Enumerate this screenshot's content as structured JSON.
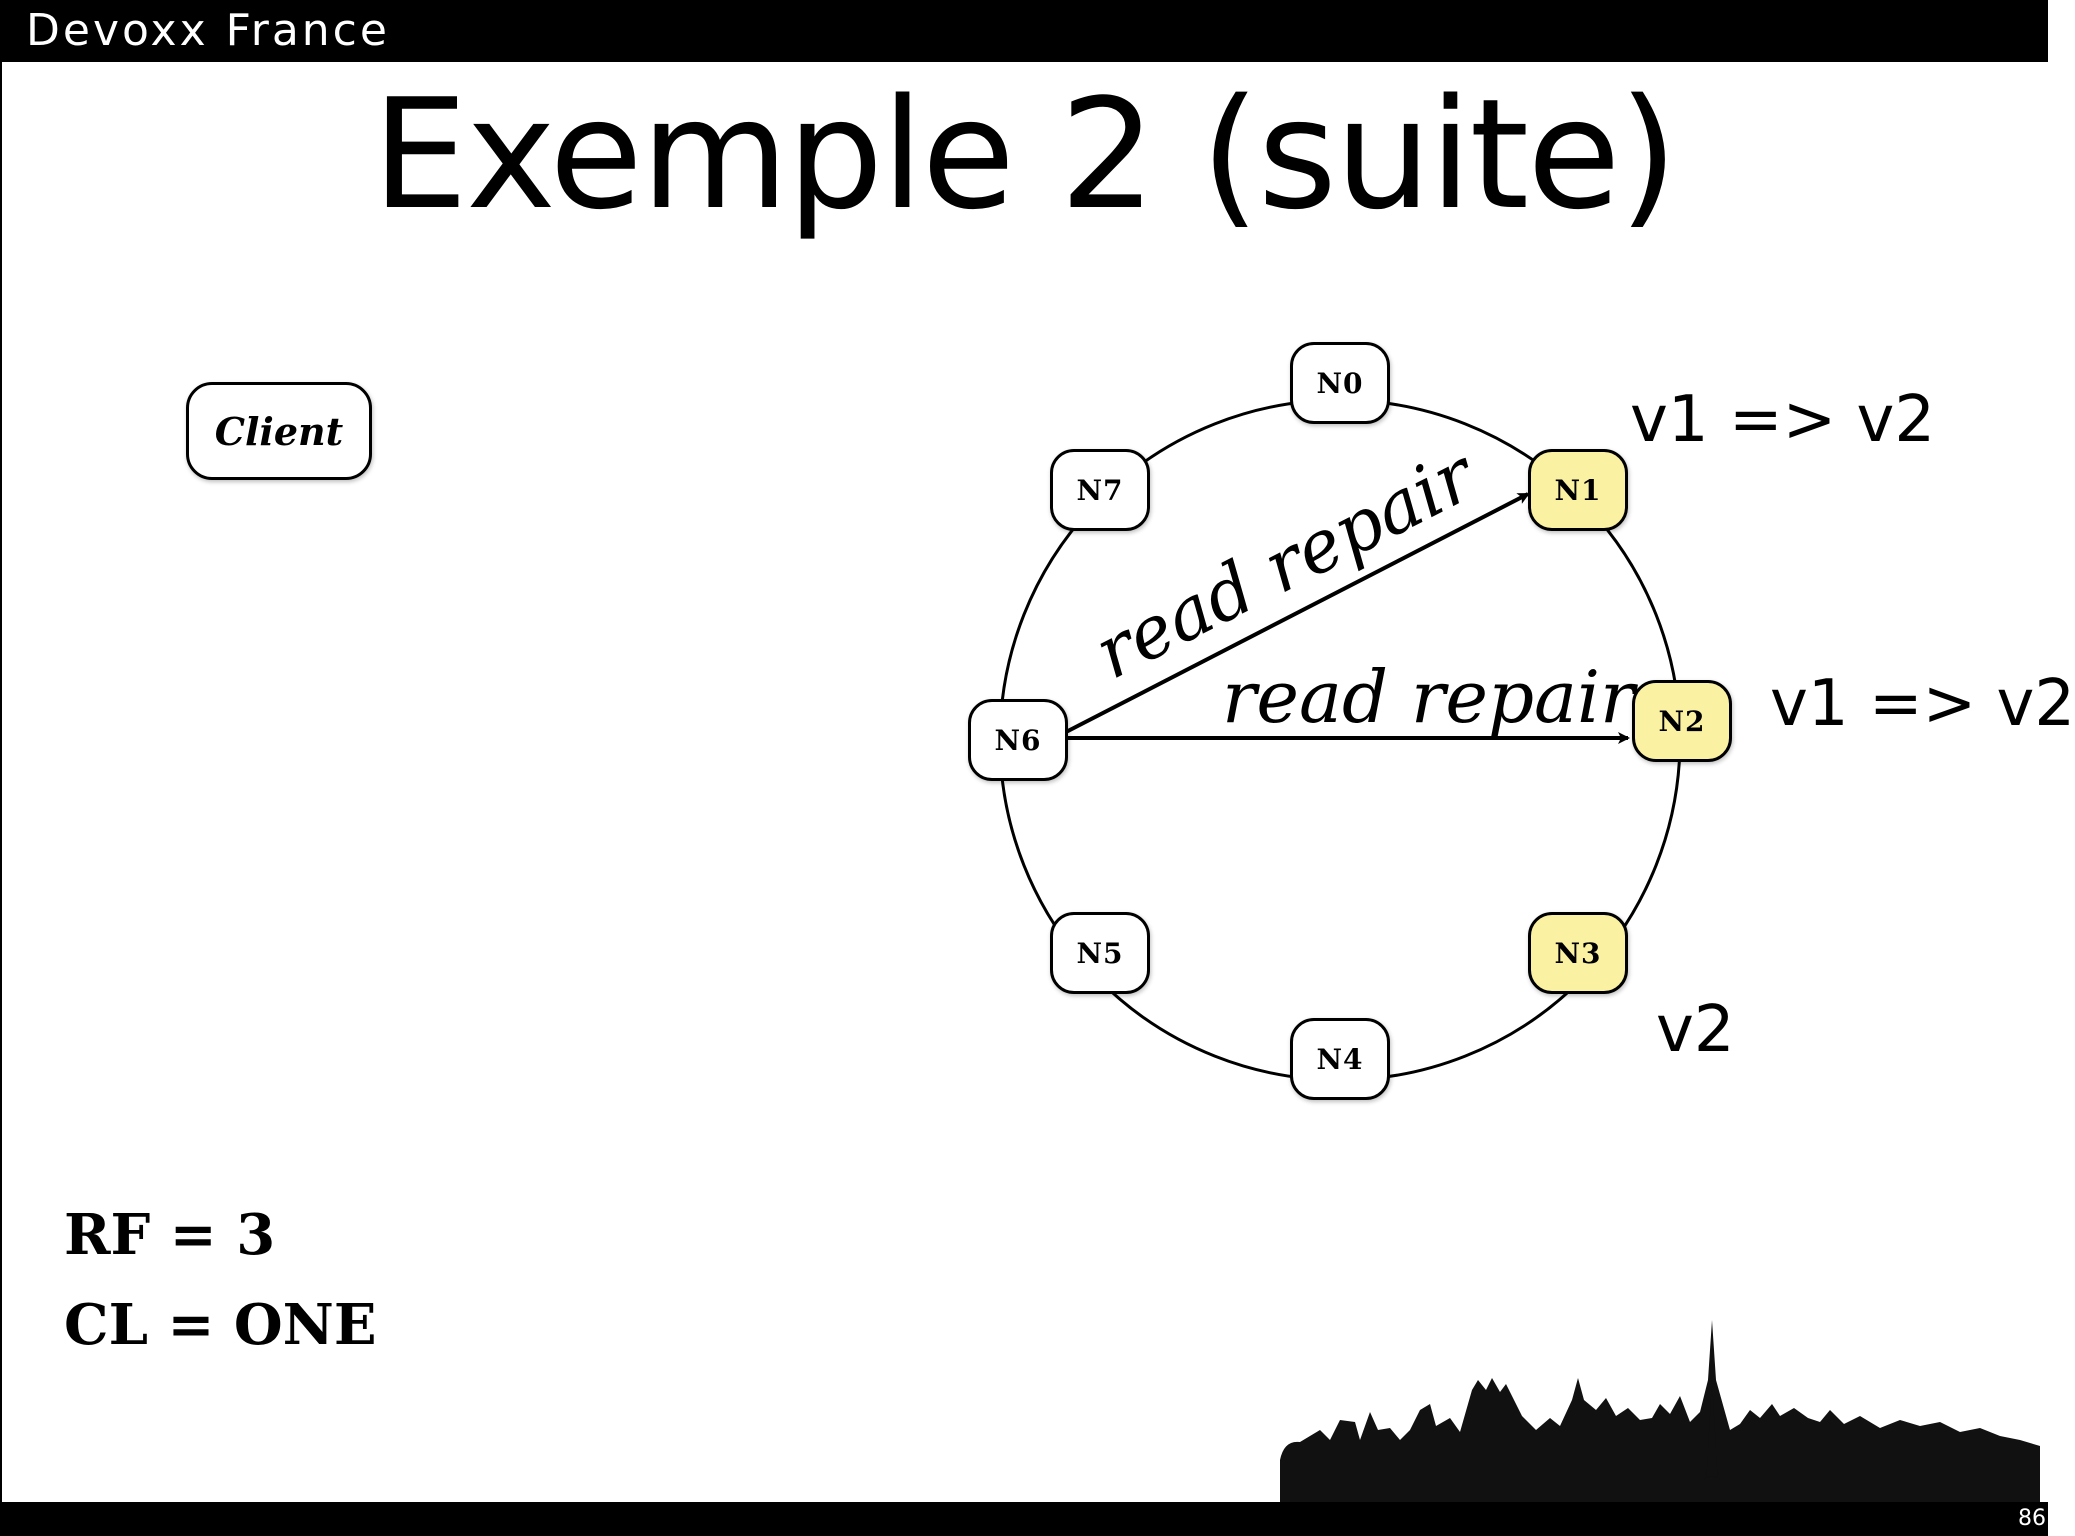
{
  "header": {
    "brand": "Devoxx France"
  },
  "slide": {
    "title": "Exemple 2 (suite)",
    "page_number": "86"
  },
  "client": {
    "label": "Client"
  },
  "ring": {
    "nodes": [
      {
        "id": "N0",
        "label": "N0",
        "highlighted": false
      },
      {
        "id": "N1",
        "label": "N1",
        "highlighted": true
      },
      {
        "id": "N2",
        "label": "N2",
        "highlighted": true
      },
      {
        "id": "N3",
        "label": "N3",
        "highlighted": true
      },
      {
        "id": "N4",
        "label": "N4",
        "highlighted": false
      },
      {
        "id": "N5",
        "label": "N5",
        "highlighted": false
      },
      {
        "id": "N6",
        "label": "N6",
        "highlighted": false
      },
      {
        "id": "N7",
        "label": "N7",
        "highlighted": false
      }
    ],
    "edges": [
      {
        "from": "N6",
        "to": "N1",
        "label": "read repair"
      },
      {
        "from": "N6",
        "to": "N2",
        "label": "read repair"
      }
    ],
    "highlight_color": "#fbf1a3"
  },
  "versions": {
    "n1": "v1 => v2",
    "n2": "v1 => v2",
    "n3": "v2"
  },
  "params": {
    "rf": "RF = 3",
    "cl": "CL = ONE"
  },
  "decoration": {
    "skyline": "paris-skyline-silhouette"
  }
}
